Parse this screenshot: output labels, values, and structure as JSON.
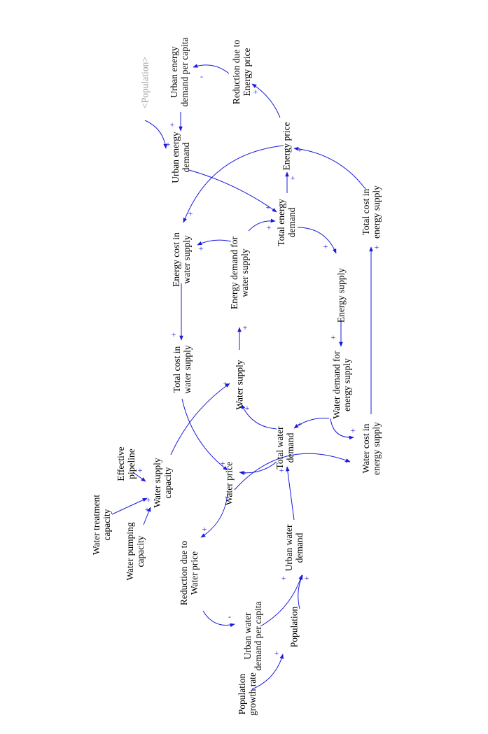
{
  "diagram": {
    "type": "causal loop diagram",
    "link_color": "#1a1adb",
    "text_color": "#000000",
    "shadow_color": "#9a9a9a",
    "variables": [
      {
        "id": "population_shadow",
        "lines": [
          "<Population>"
        ],
        "shadow": true
      },
      {
        "id": "urban_energy_demand_per_capita",
        "lines": [
          "Urban energy",
          "demand per capita"
        ]
      },
      {
        "id": "reduction_energy_price",
        "lines": [
          "Reduction due to",
          "Energy price"
        ]
      },
      {
        "id": "urban_energy_demand",
        "lines": [
          "Urban energy",
          "demand"
        ]
      },
      {
        "id": "energy_price",
        "lines": [
          "Energy price"
        ]
      },
      {
        "id": "energy_cost_water_supply",
        "lines": [
          "Energy cost in",
          "water supply"
        ]
      },
      {
        "id": "total_energy_demand",
        "lines": [
          "Total energy",
          "demand"
        ]
      },
      {
        "id": "total_cost_energy_supply",
        "lines": [
          "Total cost in",
          "energy supply"
        ]
      },
      {
        "id": "energy_demand_water_supply",
        "lines": [
          "Energy demand for",
          "water supply"
        ]
      },
      {
        "id": "energy_supply",
        "lines": [
          "Energy supply"
        ]
      },
      {
        "id": "total_cost_water_supply",
        "lines": [
          "Total cost in",
          "water supply"
        ]
      },
      {
        "id": "water_supply",
        "lines": [
          "Water supply"
        ]
      },
      {
        "id": "water_demand_energy_supply",
        "lines": [
          "Water demand for",
          "energy supply"
        ]
      },
      {
        "id": "total_water_demand",
        "lines": [
          "Total water",
          "demand"
        ]
      },
      {
        "id": "water_cost_energy_supply",
        "lines": [
          "Water cost in",
          "energy supply"
        ]
      },
      {
        "id": "effective_pipeline",
        "lines": [
          "Effective",
          "pipeline"
        ]
      },
      {
        "id": "water_supply_capacity",
        "lines": [
          "Water supply",
          "capacity"
        ]
      },
      {
        "id": "water_price",
        "lines": [
          "Water price"
        ]
      },
      {
        "id": "water_treatment_capacity",
        "lines": [
          "Water treatment",
          "capacity"
        ]
      },
      {
        "id": "water_pumping_capacity",
        "lines": [
          "Water pumping",
          "capacity"
        ]
      },
      {
        "id": "urban_water_demand",
        "lines": [
          "Urban water",
          "demand"
        ]
      },
      {
        "id": "reduction_water_price",
        "lines": [
          "Reduction due to",
          "Water price"
        ]
      },
      {
        "id": "urban_water_demand_per_capita",
        "lines": [
          "Urban water",
          "demand per capita"
        ]
      },
      {
        "id": "population",
        "lines": [
          "Population"
        ]
      },
      {
        "id": "population_growth_rate",
        "lines": [
          "Population",
          "growth rate"
        ]
      }
    ],
    "links": [
      {
        "from": "population_shadow",
        "to": "urban_energy_demand",
        "polarity": "+"
      },
      {
        "from": "urban_energy_demand_per_capita",
        "to": "urban_energy_demand",
        "polarity": "+"
      },
      {
        "from": "reduction_energy_price",
        "to": "urban_energy_demand_per_capita",
        "polarity": "-"
      },
      {
        "from": "energy_price",
        "to": "reduction_energy_price",
        "polarity": "+"
      },
      {
        "from": "urban_energy_demand",
        "to": "total_energy_demand",
        "polarity": "+"
      },
      {
        "from": "total_energy_demand",
        "to": "energy_price",
        "polarity": "+"
      },
      {
        "from": "total_cost_energy_supply",
        "to": "energy_price",
        "polarity": "+"
      },
      {
        "from": "energy_price",
        "to": "energy_cost_water_supply",
        "polarity": "+"
      },
      {
        "from": "energy_demand_water_supply",
        "to": "energy_cost_water_supply",
        "polarity": "+"
      },
      {
        "from": "energy_demand_water_supply",
        "to": "total_energy_demand",
        "polarity": "+"
      },
      {
        "from": "total_energy_demand",
        "to": "energy_supply",
        "polarity": "+"
      },
      {
        "from": "energy_supply",
        "to": "water_demand_energy_supply",
        "polarity": "+"
      },
      {
        "from": "energy_cost_water_supply",
        "to": "total_cost_water_supply",
        "polarity": "+"
      },
      {
        "from": "water_supply",
        "to": "energy_demand_water_supply",
        "polarity": "+"
      },
      {
        "from": "total_water_demand",
        "to": "water_supply",
        "polarity": "+"
      },
      {
        "from": "water_demand_energy_supply",
        "to": "total_water_demand",
        "polarity": "+"
      },
      {
        "from": "water_demand_energy_supply",
        "to": "water_cost_energy_supply",
        "polarity": "+"
      },
      {
        "from": "water_cost_energy_supply",
        "to": "total_cost_energy_supply",
        "polarity": "+"
      },
      {
        "from": "total_cost_water_supply",
        "to": "water_price",
        "polarity": "+"
      },
      {
        "from": "total_water_demand",
        "to": "water_price",
        "polarity": "+"
      },
      {
        "from": "water_price",
        "to": "water_cost_energy_supply",
        "polarity": "+"
      },
      {
        "from": "water_supply_capacity",
        "to": "water_supply",
        "polarity": "+"
      },
      {
        "from": "effective_pipeline",
        "to": "water_supply_capacity",
        "polarity": "+"
      },
      {
        "from": "water_treatment_capacity",
        "to": "water_supply_capacity",
        "polarity": "+"
      },
      {
        "from": "water_pumping_capacity",
        "to": "water_supply_capacity",
        "polarity": "+"
      },
      {
        "from": "water_price",
        "to": "reduction_water_price",
        "polarity": "+"
      },
      {
        "from": "urban_water_demand",
        "to": "total_water_demand",
        "polarity": "+"
      },
      {
        "from": "reduction_water_price",
        "to": "urban_water_demand_per_capita",
        "polarity": "-"
      },
      {
        "from": "urban_water_demand_per_capita",
        "to": "urban_water_demand",
        "polarity": "+"
      },
      {
        "from": "population",
        "to": "urban_water_demand",
        "polarity": "+"
      },
      {
        "from": "population_growth_rate",
        "to": "population",
        "polarity": "+"
      }
    ]
  }
}
